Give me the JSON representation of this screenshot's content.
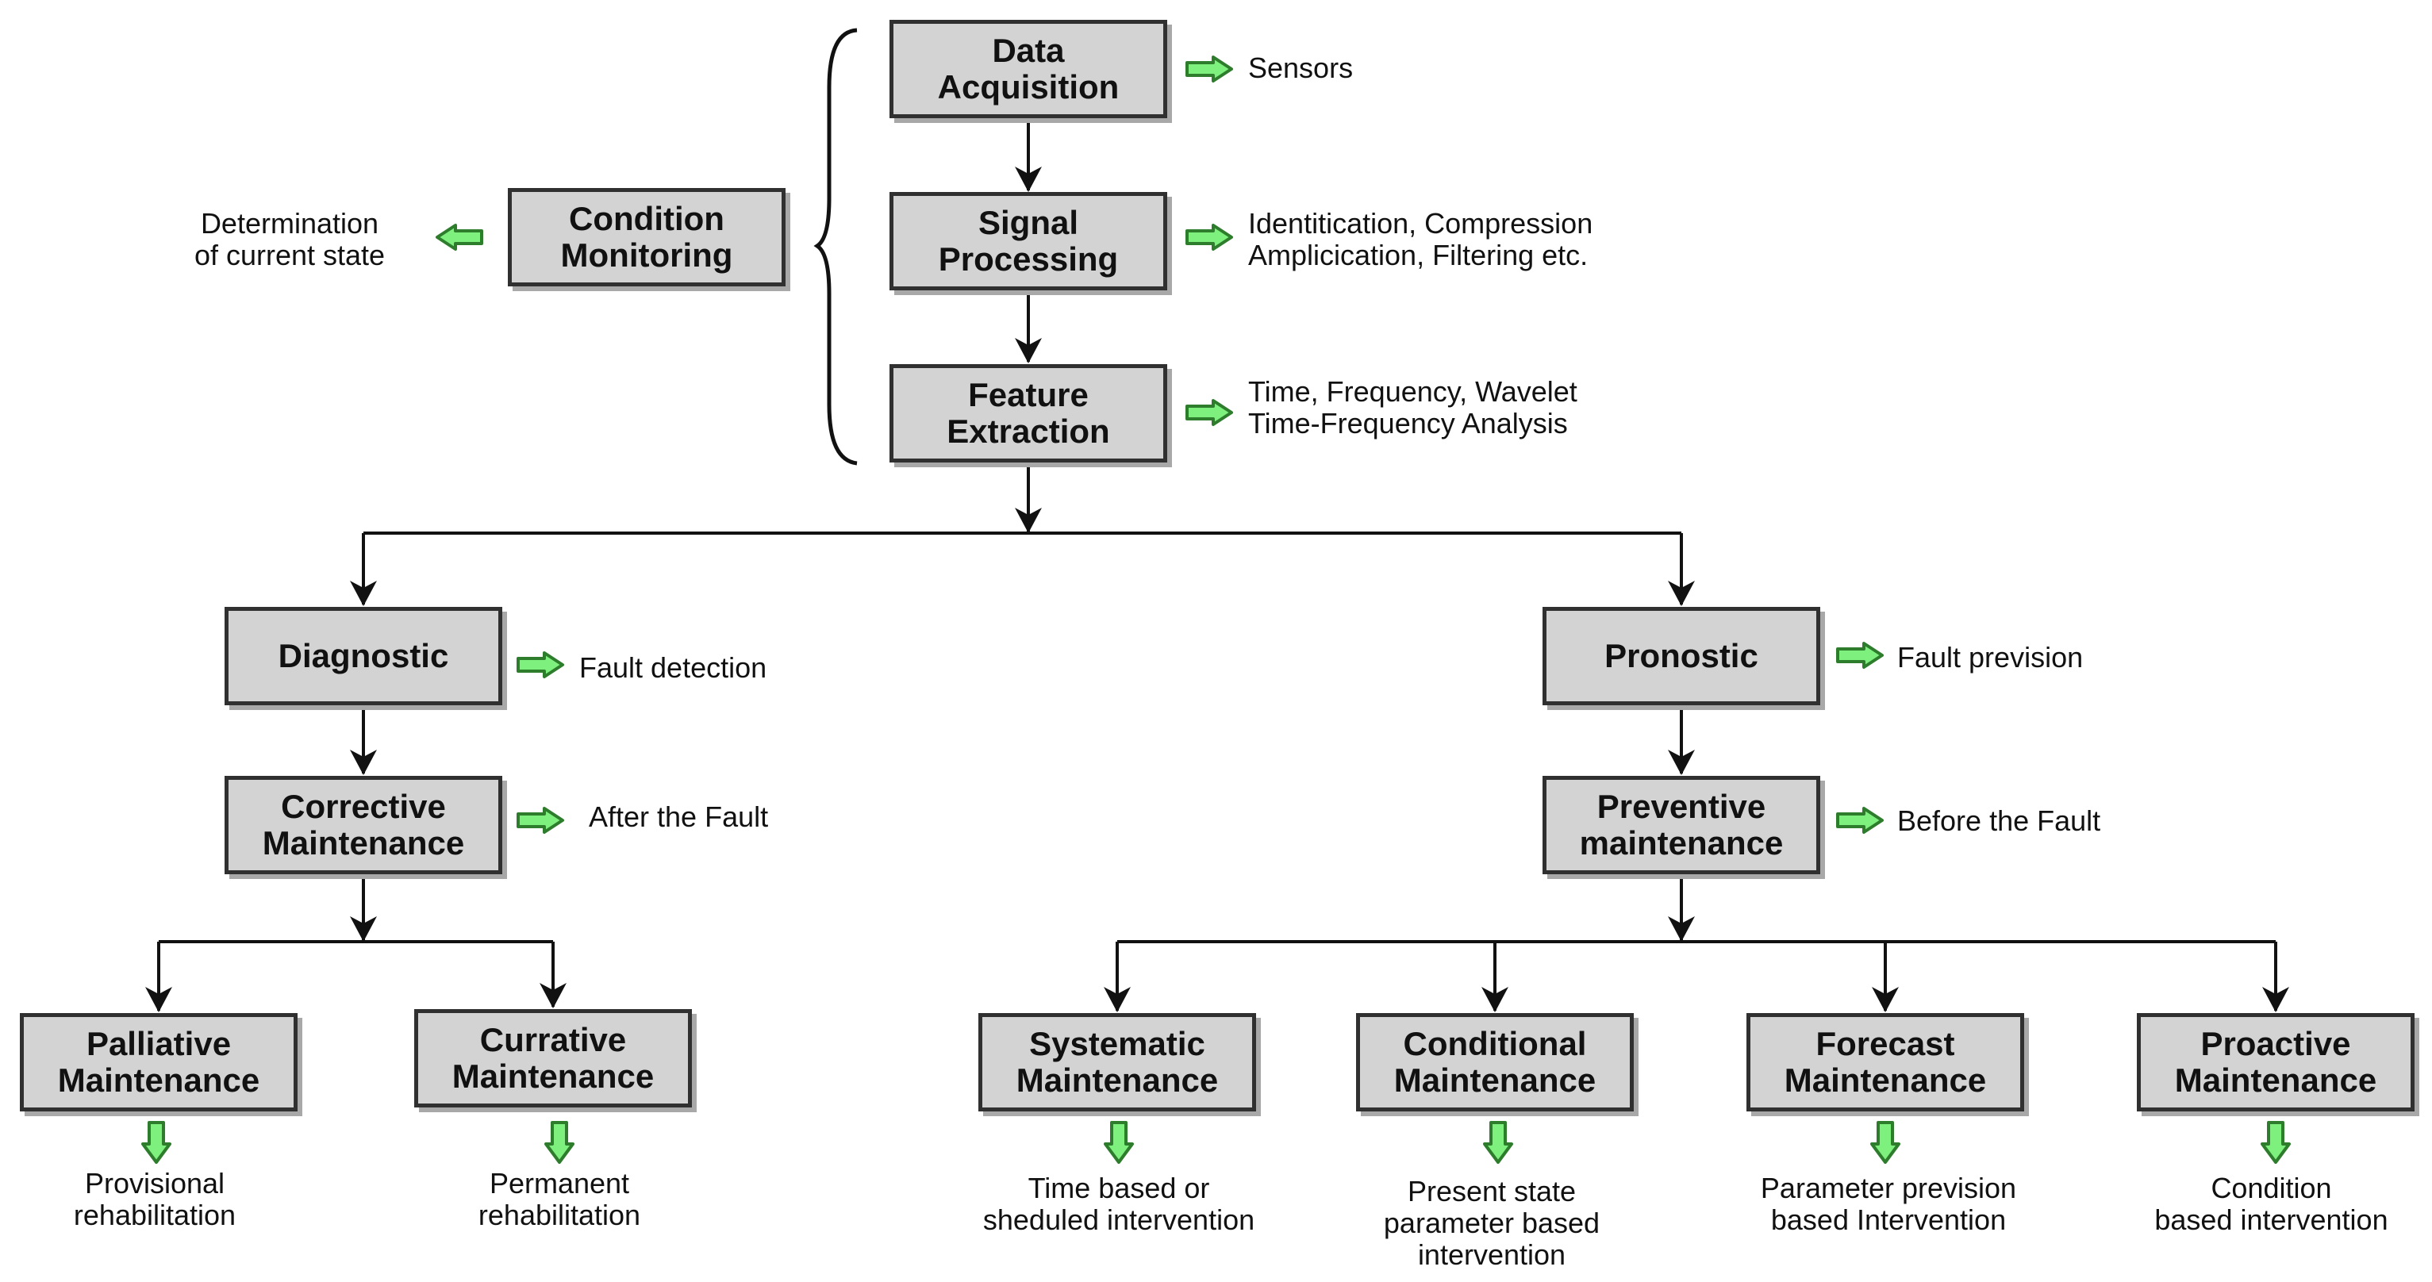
{
  "colors": {
    "box_fill": "#d3d3d3",
    "box_border": "#303030",
    "arrow_green": "#7ef07e",
    "arrow_green_stroke": "#2d7d2d",
    "line": "#111111"
  },
  "boxes": {
    "data_acquisition": "Data\nAcquisition",
    "signal_processing": "Signal\nProcessing",
    "feature_extraction": "Feature\nExtraction",
    "condition_monitoring": "Condition\nMonitoring",
    "diagnostic": "Diagnostic",
    "pronostic": "Pronostic",
    "corrective": "Corrective\nMaintenance",
    "preventive": "Preventive\nmaintenance",
    "palliative": "Palliative\nMaintenance",
    "currative": "Currative\nMaintenance",
    "systematic": "Systematic\nMaintenance",
    "conditional": "Conditional\nMaintenance",
    "forecast": "Forecast\nMaintenance",
    "proactive": "Proactive\nMaintenance"
  },
  "notes": {
    "sensors": "Sensors",
    "signal_ops": "Identitication, Compression\nAmplicication, Filtering etc.",
    "feature_ops": "Time, Frequency, Wavelet\n Time-Frequency Analysis",
    "current_state": "Determination\nof current state",
    "fault_detection": "Fault detection",
    "fault_prevision": "Fault prevision",
    "after_fault": "After the Fault",
    "before_fault": "Before the Fault",
    "provisional": "Provisional\nrehabilitation",
    "permanent": "Permanent\nrehabilitation",
    "time_based": "Time based or\nsheduled intervention",
    "present_state": "Present state\nparameter based\nintervention",
    "parameter_prevision": "Parameter prevision\nbased  Intervention",
    "condition_based": "Condition\nbased intervention"
  }
}
